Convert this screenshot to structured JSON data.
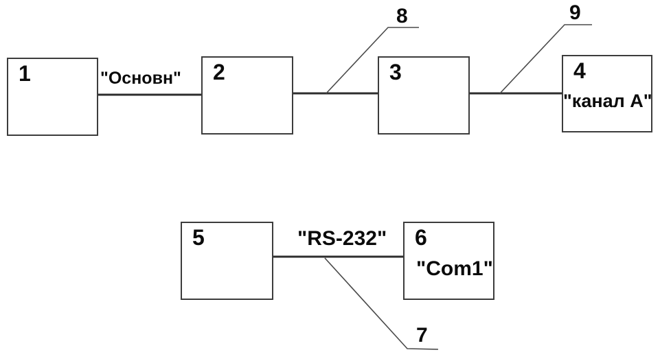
{
  "diagram": {
    "colors": {
      "background": "#ffffff",
      "text": "#0b0b0b",
      "box_border": "#3c3c3c",
      "link_line": "#2d2d2d",
      "leader_line": "#4a4a4a"
    },
    "boxes": [
      {
        "number": "1",
        "sublabel": ""
      },
      {
        "number": "2",
        "sublabel": ""
      },
      {
        "number": "3",
        "sublabel": ""
      },
      {
        "number": "4",
        "sublabel": "\"канал А\""
      },
      {
        "number": "5",
        "sublabel": ""
      },
      {
        "number": "6",
        "sublabel": "\"Com1\""
      }
    ],
    "link_labels": [
      {
        "text": "\"Основн\"",
        "between": "1-2"
      },
      {
        "text": "\"RS-232\"",
        "between": "5-6"
      }
    ],
    "callouts": [
      {
        "number": "8",
        "points_to": "link 2-3"
      },
      {
        "number": "9",
        "points_to": "link 3-4"
      },
      {
        "number": "7",
        "points_to": "link 5-6"
      }
    ]
  }
}
